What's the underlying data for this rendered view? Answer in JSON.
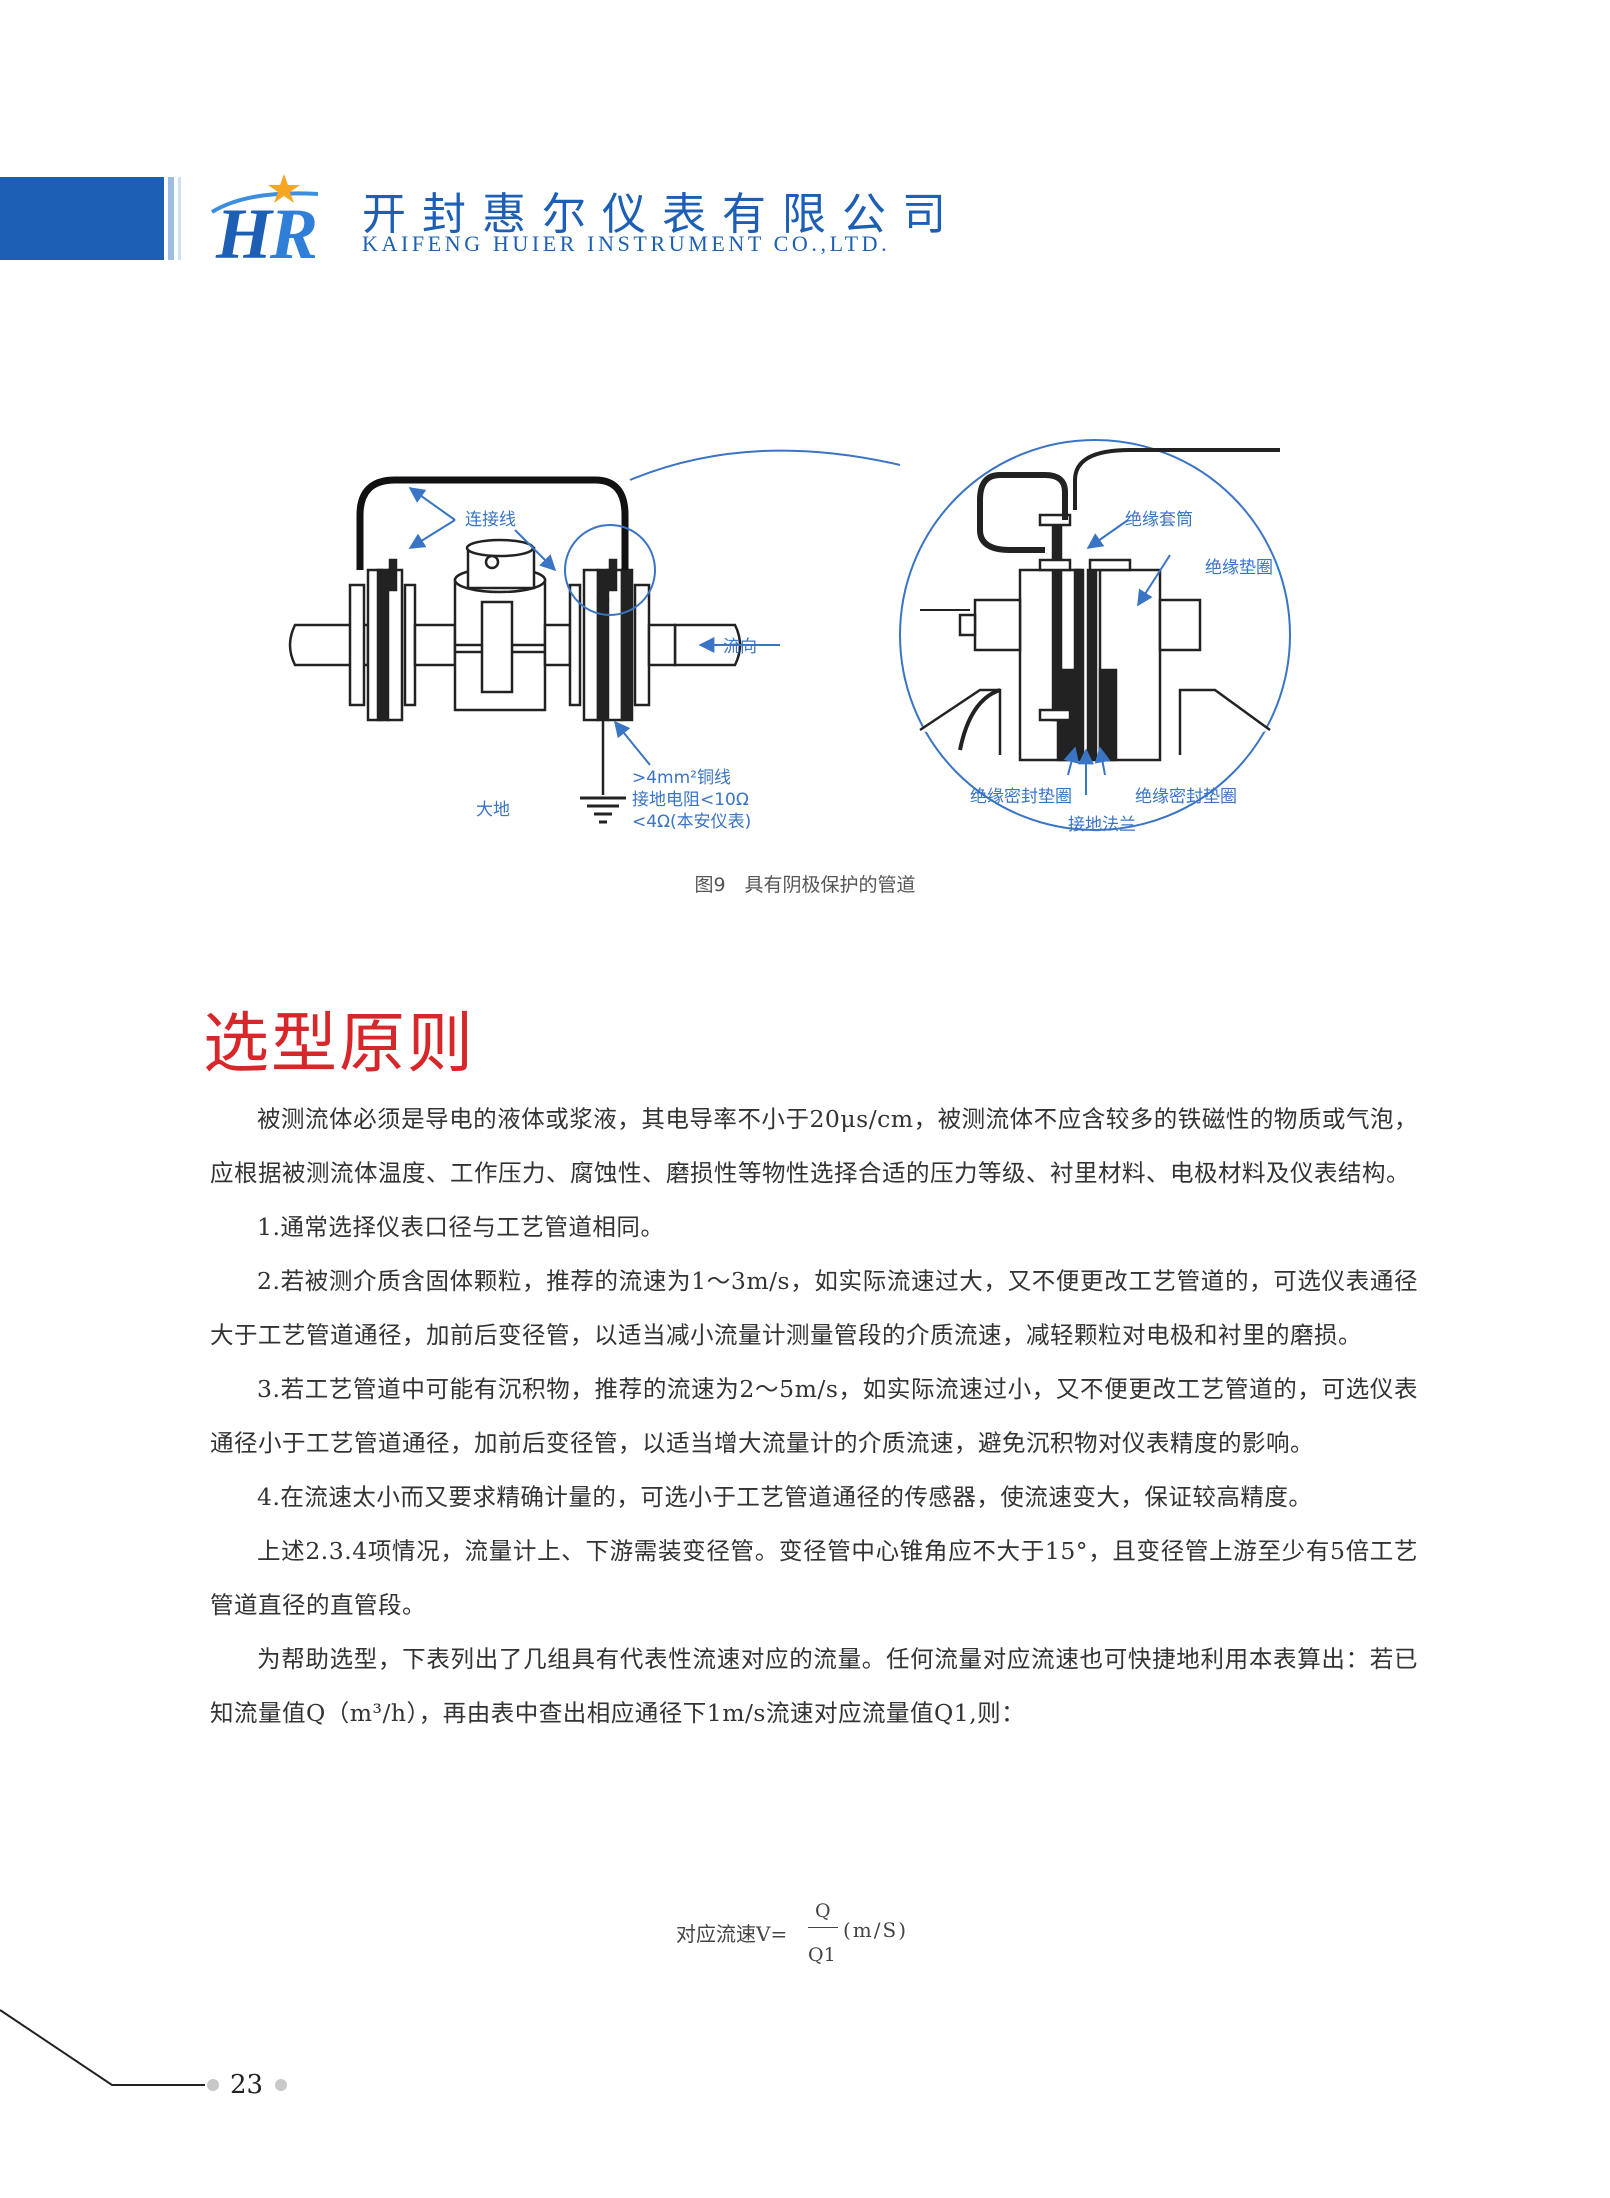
{
  "header": {
    "company_cn": "开封惠尔仪表有限公司",
    "company_en": "KAIFENG HUIER INSTRUMENT CO.,LTD.",
    "logo_text": "HR",
    "brand_color": "#1c5fb4"
  },
  "figure": {
    "labels": {
      "connecting_wire": "连接线",
      "flow_direction": "流向",
      "ground": "大地",
      "copper_wire": ">4mm²铜线",
      "ground_resistance": "接地电阻<10Ω",
      "ground_resistance_meter": "<4Ω(本安仪表)",
      "insulating_sleeve": "绝缘套筒",
      "insulating_washer": "绝缘垫圈",
      "insulating_gasket_left": "绝缘密封垫圈",
      "insulating_gasket_right": "绝缘密封垫圈",
      "grounding_flange": "接地法兰"
    },
    "caption": "图9　具有阴极保护的管道",
    "label_color": "#3a74c4"
  },
  "section": {
    "title": "选型原则",
    "title_color": "#d8272a",
    "paragraphs": [
      "被测流体必须是导电的液体或浆液，其电导率不小于20μs/cm，被测流体不应含较多的铁磁性的物质或气泡，应根据被测流体温度、工作压力、腐蚀性、磨损性等物性选择合适的压力等级、衬里材料、电极材料及仪表结构。",
      "1.通常选择仪表口径与工艺管道相同。",
      "2.若被测介质含固体颗粒，推荐的流速为1～3m/s，如实际流速过大，又不便更改工艺管道的，可选仪表通径大于工艺管道通径，加前后变径管，以适当减小流量计测量管段的介质流速，减轻颗粒对电极和衬里的磨损。",
      "3.若工艺管道中可能有沉积物，推荐的流速为2～5m/s，如实际流速过小，又不便更改工艺管道的，可选仪表通径小于工艺管道通径，加前后变径管，以适当增大流量计的介质流速，避免沉积物对仪表精度的影响。",
      "4.在流速太小而又要求精确计量的，可选小于工艺管道通径的传感器，使流速变大，保证较高精度。",
      "上述2.3.4项情况，流量计上、下游需装变径管。变径管中心锥角应不大于15°，且变径管上游至少有5倍工艺管道直径的直管段。",
      "为帮助选型，下表列出了几组具有代表性流速对应的流量。任何流量对应流速也可快捷地利用本表算出：若已知流量值Q（m³/h），再由表中查出相应通径下1m/s流速对应流量值Q1,则："
    ]
  },
  "formula": {
    "label": "对应流速V=",
    "numerator": "Q",
    "denominator": "Q1",
    "unit": "(m/S)"
  },
  "footer": {
    "page_number": "23"
  }
}
